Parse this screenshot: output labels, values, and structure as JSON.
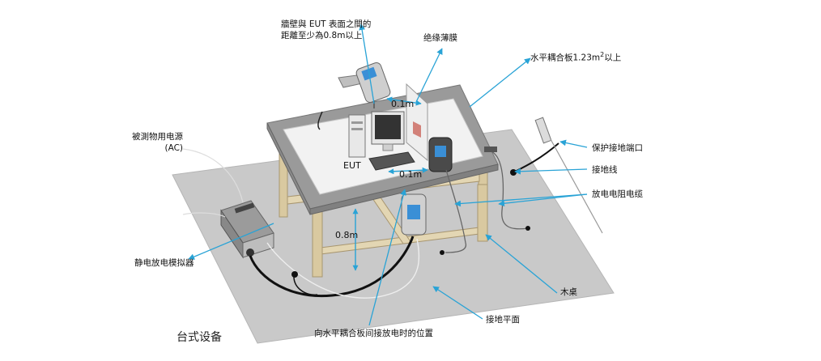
{
  "diagram": {
    "footer_title": "台式设备",
    "colors": {
      "callout": "#29a3d6",
      "ground_plane": "#c9c9c9",
      "table_top": "#9a9a9a",
      "wood": "#d9c9a0",
      "coupling_plane": "#f2f2f2"
    },
    "labels": {
      "wall_distance_line1": "牆壁與 EUT 表面之間的",
      "wall_distance_line2": "距離至少為0.8m以上",
      "insulation_film": "绝缘薄膜",
      "hcp_area_prefix": "水平耦合板1.23m",
      "hcp_area_sup": "2",
      "hcp_area_suffix": "以上",
      "eut_power_line1": "被測物用电源",
      "eut_power_line2": "(AC)",
      "ground_terminal": "保护接地端口",
      "ground_wire": "接地线",
      "discharge_cable": "放电电阻电缆",
      "esd_simulator": "静电放电模拟器",
      "wooden_table": "木桌",
      "ground_plane": "接地平面",
      "hcp_discharge_position": "向水平耦合板间接放电时的位置",
      "eut": "EUT",
      "dist_01_top": "0.1m",
      "dist_01_mid": "0.1m",
      "dist_08": "0.8m"
    }
  }
}
